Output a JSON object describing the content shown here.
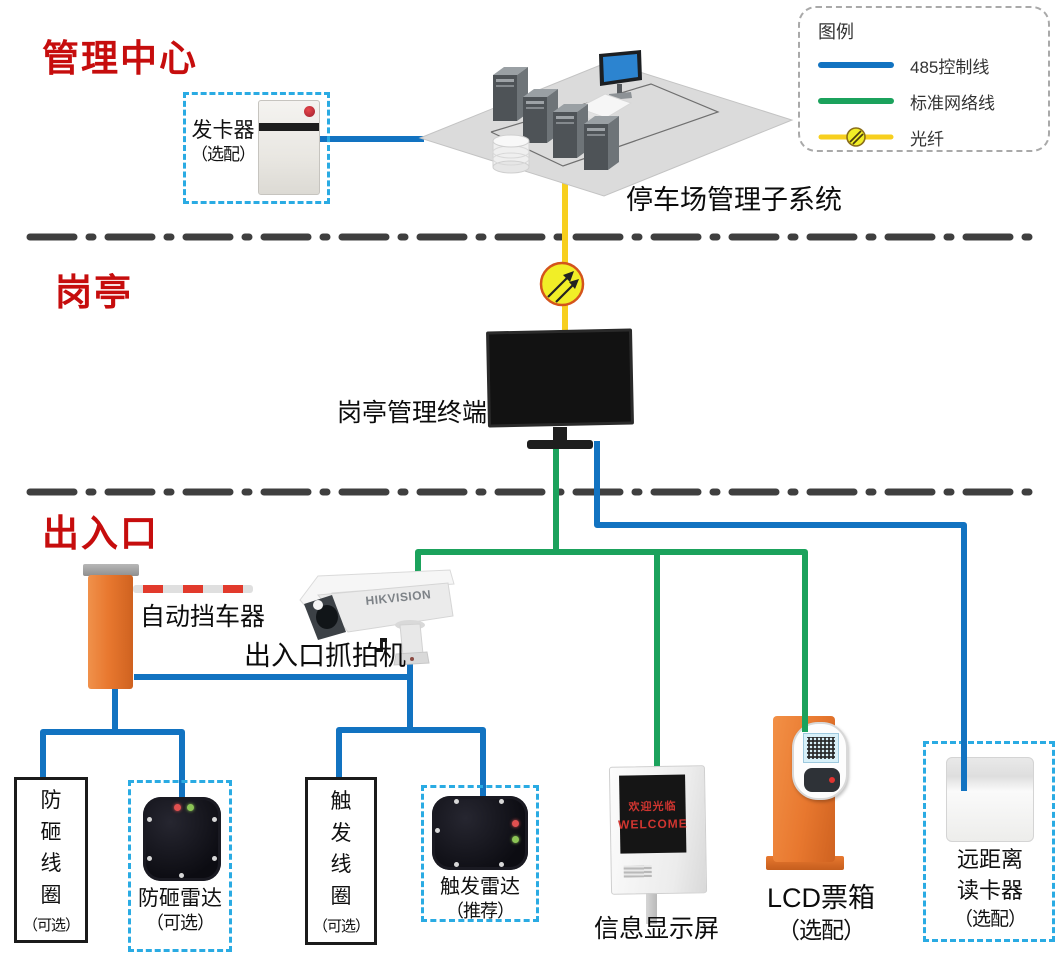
{
  "zones": {
    "management_center": "管理中心",
    "guard_booth": "岗亭",
    "entrance_exit": "出入口"
  },
  "legend": {
    "title": "图例",
    "items": [
      {
        "name": "rs485-line",
        "label": "485控制线"
      },
      {
        "name": "network-line",
        "label": "标准网络线"
      },
      {
        "name": "fiber-line",
        "label": "光纤"
      }
    ]
  },
  "devices": {
    "card_dispenser": {
      "label": "发卡器",
      "note": "（选配）"
    },
    "parking_subsystem": {
      "label": "停车场管理子系统"
    },
    "booth_terminal": {
      "label": "岗亭管理终端"
    },
    "auto_barrier": {
      "label": "自动挡车器"
    },
    "capture_camera": {
      "label": "出入口抓拍机",
      "brand": "HIKVISION"
    },
    "anti_smash_loop": {
      "chars": "防\n砸\n线\n圈",
      "note": "（可选）"
    },
    "anti_smash_radar": {
      "label": "防砸雷达",
      "note": "（可选）"
    },
    "trigger_loop": {
      "chars": "触\n发\n线\n圈",
      "note": "（可选）"
    },
    "trigger_radar": {
      "label": "触发雷达",
      "note": "（推荐）"
    },
    "info_display": {
      "label": "信息显示屏",
      "screen_line1": "欢迎光临",
      "screen_line2": "WELCOME"
    },
    "lcd_ticket_box": {
      "label": "LCD票箱",
      "note": "（选配）"
    },
    "long_range_reader": {
      "line1": "远距离",
      "line2": "读卡器",
      "note": "（选配）"
    }
  },
  "colors": {
    "rs485": "#1273c1",
    "network": "#1ba25c",
    "fiber": "#f7cf1e",
    "fiber_node_fill": "#f1ee27",
    "fiber_node_border": "#d4541c",
    "bracket": "#2aabe3",
    "zone_title": "#c60d0d",
    "divider": "#3f3f3f",
    "barrier_orange": "#e8782f"
  }
}
